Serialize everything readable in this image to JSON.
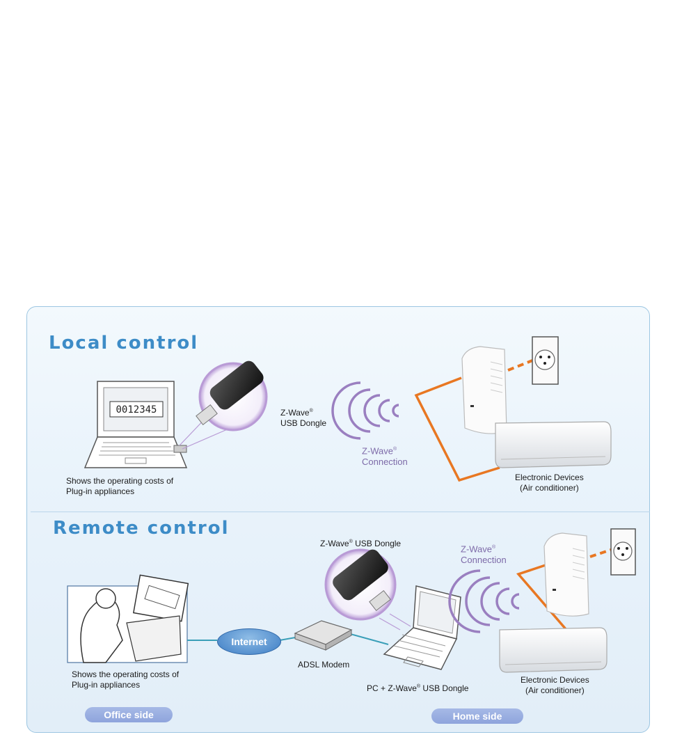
{
  "local": {
    "heading": "Local control",
    "laptop_display": "0012345",
    "dongle_label_line1": "Z-Wave",
    "dongle_label_line2": "USB Dongle",
    "connection_line1": "Z-Wave",
    "connection_line2": "Connection",
    "costs_line1": "Shows the operating costs of",
    "costs_line2": "Plug-in appliances",
    "devices_line1": "Electronic Devices",
    "devices_line2": "(Air conditioner)"
  },
  "remote": {
    "heading": "Remote control",
    "dongle_label": "Z-Wave",
    "dongle_label_suffix": " USB Dongle",
    "connection_line1": "Z-Wave",
    "connection_line2": "Connection",
    "costs_line1": "Shows the operating costs of",
    "costs_line2": "Plug-in appliances",
    "internet": "Internet",
    "modem": "ADSL Modem",
    "pc_label": "PC + Z-Wave",
    "pc_label_suffix": " USB Dongle",
    "devices_line1": "Electronic Devices",
    "devices_line2": "(Air conditioner)",
    "office_side": "Office side",
    "home_side": "Home side"
  },
  "registered_mark": "®",
  "colors": {
    "heading": "#3d8cc7",
    "wave": "#9a7fc0",
    "power_line": "#e87722",
    "pill": "#98acdf",
    "panel_border": "#9cc6e2"
  }
}
